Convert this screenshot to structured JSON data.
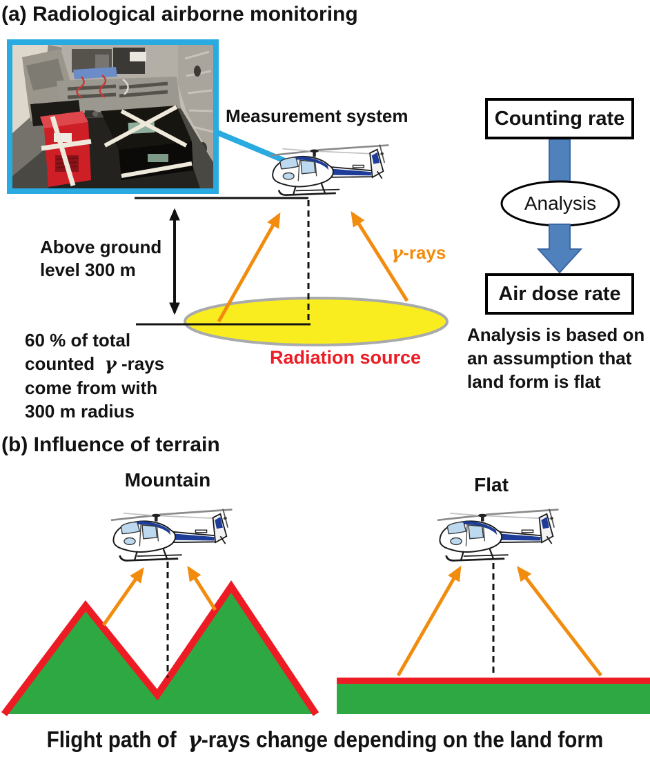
{
  "colors": {
    "cyan_accent": "#29abe2",
    "ray_orange": "#f18c0e",
    "source_yellow": "#f9ed1f",
    "source_border_gray": "#a8aaad",
    "alert_red": "#ed1c24",
    "terrain_green": "#2ea843",
    "helicopter_navy": "#1e3d99",
    "flow_arrow_blue": "#4f81bd",
    "flow_arrow_blue_dark": "#3b66a5",
    "text_black": "#121212"
  },
  "section_a": {
    "title": "(a) Radiological airborne monitoring",
    "measurement_system_label": "Measurement system",
    "agl_lines": [
      "Above ground",
      "level 300 m"
    ],
    "counted_text": {
      "line1": "60 % of total",
      "line2_parts": [
        "counted  ",
        "γ",
        " -rays"
      ],
      "line3": "come from with",
      "line4": "300 m radius"
    },
    "gamma_label_parts": [
      "γ",
      "-rays"
    ],
    "radiation_source_label": "Radiation source",
    "flowchart": {
      "counting_rate": "Counting rate",
      "analysis": "Analysis",
      "air_dose_rate": "Air dose rate",
      "note_lines": [
        "Analysis is based on",
        "an assumption that",
        "land form is flat"
      ]
    }
  },
  "section_b": {
    "title": "(b) Influence of terrain",
    "mountain_label": "Mountain",
    "flat_label": "Flat",
    "caption_parts": [
      "Flight path of  ",
      "γ",
      "-rays change depending on the land form"
    ]
  }
}
